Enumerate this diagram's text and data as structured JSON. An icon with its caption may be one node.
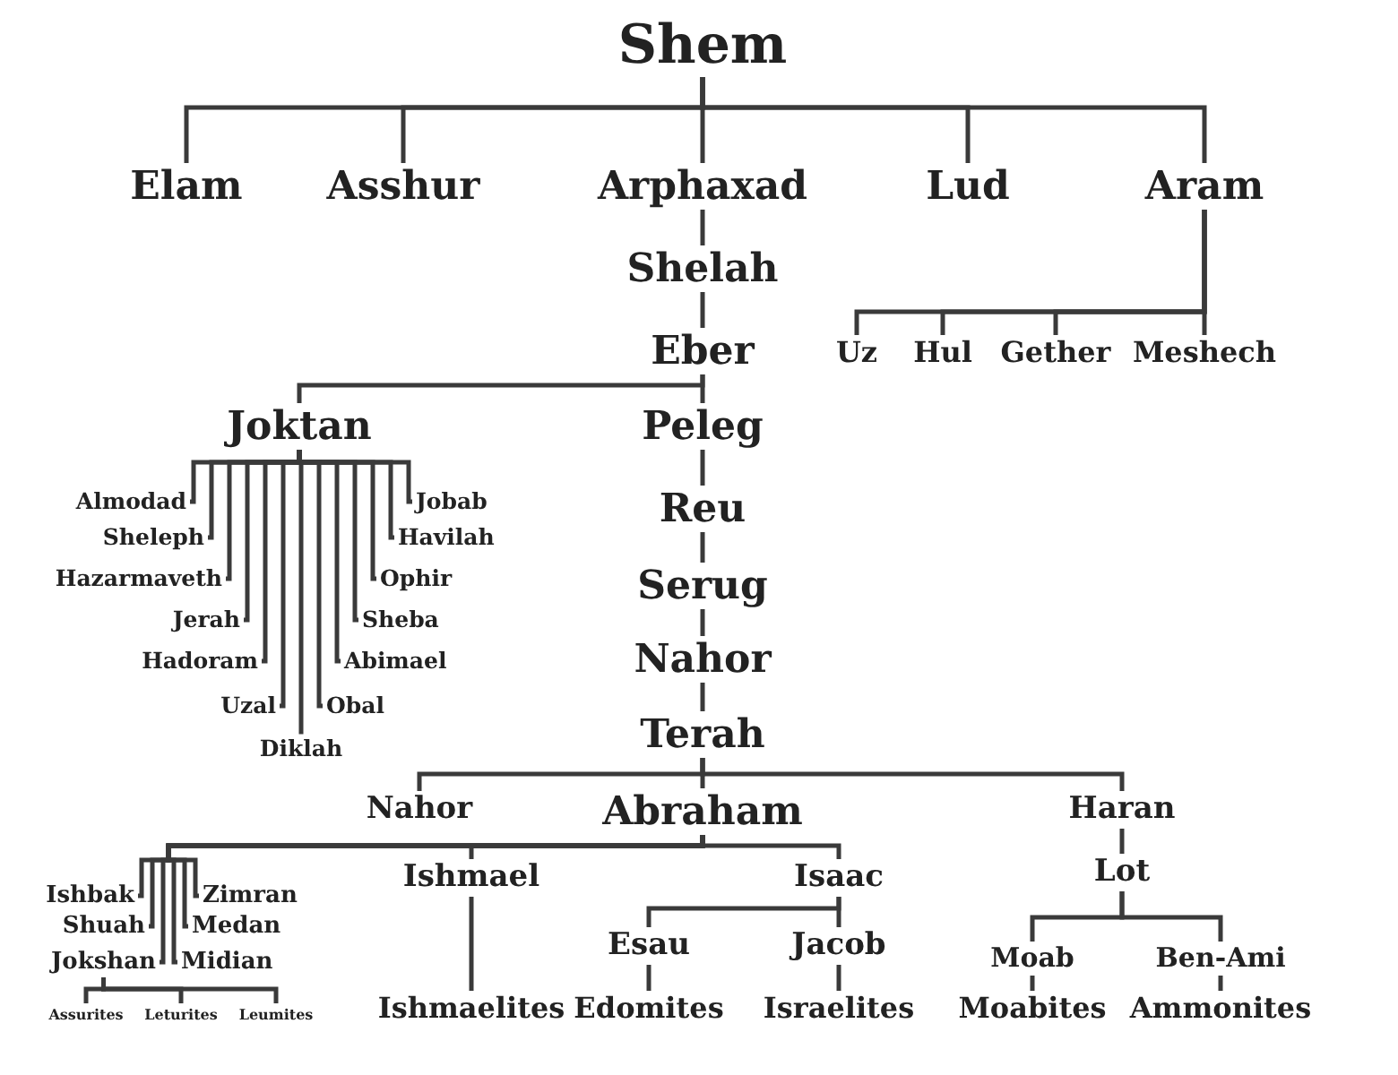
{
  "diagram": {
    "nodes": [
      {
        "text": [
          "Shem"
        ]
      },
      {
        "text": [
          "Elam"
        ]
      },
      {
        "text": [
          "Asshur"
        ]
      },
      {
        "text": [
          "Arphaxad"
        ]
      },
      {
        "text": [
          "Lud"
        ]
      },
      {
        "text": [
          "Aram"
        ]
      },
      {
        "text": [
          "Shelah"
        ]
      },
      {
        "text": [
          "Eber"
        ]
      },
      {
        "text": [
          "Uz"
        ]
      },
      {
        "text": [
          "Hul"
        ]
      },
      {
        "text": [
          "Gether"
        ]
      },
      {
        "text": [
          "Meshech"
        ]
      },
      {
        "text": [
          "Joktan"
        ]
      },
      {
        "text": [
          "Peleg"
        ]
      },
      {
        "text": [
          "Almodad"
        ]
      },
      {
        "text": [
          "Jobab"
        ]
      },
      {
        "text": [
          "Sheleph"
        ]
      },
      {
        "text": [
          "Havilah"
        ]
      },
      {
        "text": [
          "Hazarmaveth"
        ]
      },
      {
        "text": [
          "Ophir"
        ]
      },
      {
        "text": [
          "Jerah"
        ]
      },
      {
        "text": [
          "Sheba"
        ]
      },
      {
        "text": [
          "Hadoram"
        ]
      },
      {
        "text": [
          "Abimael"
        ]
      },
      {
        "text": [
          "Uzal"
        ]
      },
      {
        "text": [
          "Obal"
        ]
      },
      {
        "text": [
          "Diklah"
        ]
      },
      {
        "text": [
          "Reu"
        ]
      },
      {
        "text": [
          "Serug"
        ]
      },
      {
        "text": [
          "Nahor"
        ]
      },
      {
        "text": [
          "Terah"
        ]
      },
      {
        "text": [
          "Nahor"
        ]
      },
      {
        "text": [
          "Abraham"
        ]
      },
      {
        "text": [
          "Haran"
        ]
      },
      {
        "text": [
          "Ishbak"
        ]
      },
      {
        "text": [
          "Zimran"
        ]
      },
      {
        "text": [
          "Ishmael"
        ]
      },
      {
        "text": [
          "Isaac"
        ]
      },
      {
        "text": [
          "Lot"
        ]
      },
      {
        "text": [
          "Shuah"
        ]
      },
      {
        "text": [
          "Medan"
        ]
      },
      {
        "text": [
          "Esau"
        ]
      },
      {
        "text": [
          "Jacob"
        ]
      },
      {
        "text": [
          "Moab"
        ]
      },
      {
        "text": [
          "Ben-Ami"
        ]
      },
      {
        "text": [
          "Jokshan"
        ]
      },
      {
        "text": [
          "Midian"
        ]
      },
      {
        "text": [
          "Assurites"
        ]
      },
      {
        "text": [
          "Leturites"
        ]
      },
      {
        "text": [
          "Leumites"
        ]
      },
      {
        "text": [
          "Ishmaelites"
        ]
      },
      {
        "text": [
          "Edomites"
        ]
      },
      {
        "text": [
          "Israelites"
        ]
      },
      {
        "text": [
          "Moabites"
        ]
      },
      {
        "text": [
          "Ammonites"
        ]
      }
    ],
    "edges": [
      {
        "from": 0,
        "to": 1,
        "arrow": "none"
      },
      {
        "from": 0,
        "to": 2,
        "arrow": "none"
      },
      {
        "from": 0,
        "to": 3,
        "arrow": "none"
      },
      {
        "from": 0,
        "to": 4,
        "arrow": "none"
      },
      {
        "from": 0,
        "to": 5,
        "arrow": "none"
      },
      {
        "from": 3,
        "to": 6,
        "arrow": "none"
      },
      {
        "from": 6,
        "to": 7,
        "arrow": "none"
      },
      {
        "from": 5,
        "to": 8,
        "arrow": "none"
      },
      {
        "from": 5,
        "to": 9,
        "arrow": "none"
      },
      {
        "from": 5,
        "to": 10,
        "arrow": "none"
      },
      {
        "from": 5,
        "to": 11,
        "arrow": "none"
      },
      {
        "from": 7,
        "to": 12,
        "arrow": "none"
      },
      {
        "from": 7,
        "to": 13,
        "arrow": "none"
      },
      {
        "from": 12,
        "to": 14,
        "arrow": "none"
      },
      {
        "from": 12,
        "to": 15,
        "arrow": "none"
      },
      {
        "from": 12,
        "to": 16,
        "arrow": "none"
      },
      {
        "from": 12,
        "to": 17,
        "arrow": "none"
      },
      {
        "from": 12,
        "to": 18,
        "arrow": "none"
      },
      {
        "from": 12,
        "to": 19,
        "arrow": "none"
      },
      {
        "from": 12,
        "to": 20,
        "arrow": "none"
      },
      {
        "from": 12,
        "to": 21,
        "arrow": "none"
      },
      {
        "from": 12,
        "to": 22,
        "arrow": "none"
      },
      {
        "from": 12,
        "to": 23,
        "arrow": "none"
      },
      {
        "from": 12,
        "to": 24,
        "arrow": "none"
      },
      {
        "from": 12,
        "to": 25,
        "arrow": "none"
      },
      {
        "from": 12,
        "to": 26,
        "arrow": "none"
      },
      {
        "from": 13,
        "to": 27,
        "arrow": "none"
      },
      {
        "from": 27,
        "to": 28,
        "arrow": "none"
      },
      {
        "from": 28,
        "to": 29,
        "arrow": "none"
      },
      {
        "from": 29,
        "to": 30,
        "arrow": "none"
      },
      {
        "from": 30,
        "to": 31,
        "arrow": "none"
      },
      {
        "from": 30,
        "to": 32,
        "arrow": "none"
      },
      {
        "from": 30,
        "to": 33,
        "arrow": "none"
      },
      {
        "from": 32,
        "to": 34,
        "arrow": "none"
      },
      {
        "from": 32,
        "to": 35,
        "arrow": "none"
      },
      {
        "from": 32,
        "to": 36,
        "arrow": "none"
      },
      {
        "from": 32,
        "to": 37,
        "arrow": "none"
      },
      {
        "from": 33,
        "to": 38,
        "arrow": "none"
      },
      {
        "from": 32,
        "to": 39,
        "arrow": "none"
      },
      {
        "from": 32,
        "to": 40,
        "arrow": "none"
      },
      {
        "from": 37,
        "to": 41,
        "arrow": "none"
      },
      {
        "from": 37,
        "to": 42,
        "arrow": "none"
      },
      {
        "from": 38,
        "to": 43,
        "arrow": "none"
      },
      {
        "from": 38,
        "to": 44,
        "arrow": "none"
      },
      {
        "from": 32,
        "to": 45,
        "arrow": "none"
      },
      {
        "from": 32,
        "to": 46,
        "arrow": "none"
      },
      {
        "from": 45,
        "to": 47,
        "arrow": "none"
      },
      {
        "from": 45,
        "to": 48,
        "arrow": "none"
      },
      {
        "from": 45,
        "to": 49,
        "arrow": "none"
      },
      {
        "from": 36,
        "to": 50,
        "arrow": "none"
      },
      {
        "from": 41,
        "to": 51,
        "arrow": "none"
      },
      {
        "from": 42,
        "to": 52,
        "arrow": "none"
      },
      {
        "from": 43,
        "to": 53,
        "arrow": "none"
      },
      {
        "from": 44,
        "to": 54,
        "arrow": "none"
      }
    ]
  }
}
